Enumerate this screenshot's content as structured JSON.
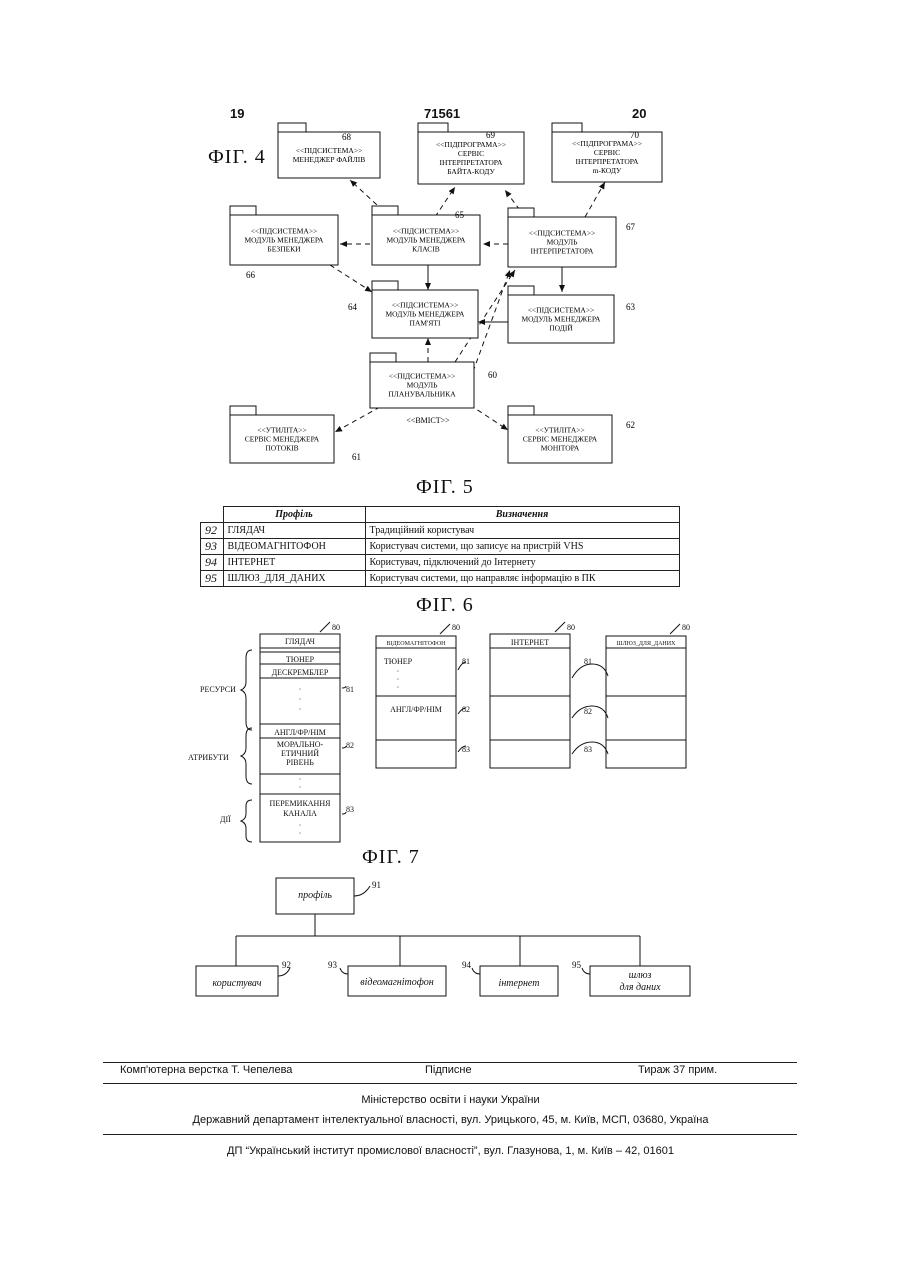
{
  "header": {
    "page_left": "19",
    "patent_no": "71561",
    "page_right": "20"
  },
  "fig4": {
    "title": "ФІГ. 4",
    "boxes": [
      {
        "id": "68",
        "l1": "<<ПІДСИСТЕМА>>",
        "l2": "МЕНЕДЖЕР ФАЙЛІВ",
        "l3": "",
        "l4": ""
      },
      {
        "id": "69",
        "l1": "<<ПІДПРОГРАМА>>",
        "l2": "СЕРВІС",
        "l3": "ІНТЕРПРЕТАТОРА",
        "l4": "БАЙТА-КОДУ"
      },
      {
        "id": "70",
        "l1": "<<ПІДПРОГРАМА>>",
        "l2": "СЕРВІС",
        "l3": "ІНТЕРПРЕТАТОРА",
        "l4": "m-КОДУ"
      },
      {
        "id": "66",
        "l1": "<<ПІДСИСТЕМА>>",
        "l2": "МОДУЛЬ МЕНЕДЖЕРА",
        "l3": "БЕЗПЕКИ",
        "l4": ""
      },
      {
        "id": "65",
        "l1": "<<ПІДСИСТЕМА>>",
        "l2": "МОДУЛЬ МЕНЕДЖЕРА",
        "l3": "КЛАСІВ",
        "l4": ""
      },
      {
        "id": "67",
        "l1": "<<ПІДСИСТЕМА>>",
        "l2": "МОДУЛЬ",
        "l3": "ІНТЕРПРЕТАТОРА",
        "l4": ""
      },
      {
        "id": "64",
        "l1": "<<ПІДСИСТЕМА>>",
        "l2": "МОДУЛЬ МЕНЕДЖЕРА",
        "l3": "ПАМ'ЯТІ",
        "l4": ""
      },
      {
        "id": "63",
        "l1": "<<ПІДСИСТЕМА>>",
        "l2": "МОДУЛЬ МЕНЕДЖЕРА",
        "l3": "ПОДІЙ",
        "l4": ""
      },
      {
        "id": "60",
        "l1": "<<ПІДСИСТЕМА>>",
        "l2": "МОДУЛЬ",
        "l3": "ПЛАНУВАЛЬНИКА",
        "l4": ""
      },
      {
        "id": "61",
        "l1": "<<УТИЛІТА>>",
        "l2": "СЕРВІС МЕНЕДЖЕРА",
        "l3": "ПОТОКІВ",
        "l4": ""
      },
      {
        "id": "62",
        "l1": "<<УТИЛІТА>>",
        "l2": "СЕРВІС МЕНЕДЖЕРА",
        "l3": "МОНІТОРА",
        "l4": ""
      }
    ],
    "edge_label": "<<ВМІСТ>>"
  },
  "fig5": {
    "title": "ФІГ. 5",
    "columns": [
      "Профіль",
      "Визначення"
    ],
    "rows": [
      {
        "num": "92",
        "profile": "ГЛЯДАЧ",
        "definition": "Традиційний користувач"
      },
      {
        "num": "93",
        "profile": "ВІДЕОМАГНІТОФОН",
        "definition": "Користувач системи, що записує на пристрій VHS"
      },
      {
        "num": "94",
        "profile": "ІНТЕРНЕТ",
        "definition": "Користувач, підключений до Інтернету"
      },
      {
        "num": "95",
        "profile": "ШЛЮЗ_ДЛЯ_ДАНИХ",
        "definition": "Користувач системи, що направляє інформацію в ПК"
      }
    ]
  },
  "fig6": {
    "title": "ФІГ. 6",
    "side_labels": [
      "РЕСУРСИ",
      "АТРИБУТИ",
      "ДІЇ"
    ],
    "ref": {
      "card": "80",
      "res": "81",
      "attr": "82",
      "act": "83"
    },
    "cards": [
      {
        "head": "ГЛЯДАЧ",
        "res1": "ТЮНЕР",
        "res2": "ДЕСКРЕМБЛЕР",
        "attr1": "АНГЛ/ФР/НІМ",
        "attr2": "МОРАЛЬНО-",
        "attr3": "ЕТИЧНИЙ",
        "attr4": "РІВЕНЬ",
        "act1": "ПЕРЕМИКАННЯ",
        "act2": "КАНАЛА"
      },
      {
        "head": "ВІДЕОМАГНІТОФОН",
        "res1": "ТЮНЕР",
        "attr1": "АНГЛ/ФР/НІМ"
      },
      {
        "head": "ІНТЕРНЕТ"
      },
      {
        "head": "ШЛЮЗ_ДЛЯ_ДАНИХ"
      }
    ]
  },
  "fig7": {
    "title": "ФІГ. 7",
    "root": {
      "label": "профіль",
      "num": "91"
    },
    "children": [
      {
        "label": "користувач",
        "num": "92"
      },
      {
        "label": "відеомагнітофон",
        "num": "93"
      },
      {
        "label": "інтернет",
        "num": "94"
      },
      {
        "label1": "шлюз",
        "label2": "для даних",
        "num": "95"
      }
    ]
  },
  "footer": {
    "layout": "Комп'ютерна верстка Т. Чепелева",
    "signed": "Підписне",
    "run": "Тираж 37 прим.",
    "ministry": "Міністерство освіти і науки України",
    "department": "Державний департамент інтелектуальної власності, вул. Урицького, 45, м. Київ, МСП, 03680, Україна",
    "institute": "ДП “Український інститут промислової власності”, вул. Глазунова, 1, м. Київ – 42, 01601"
  }
}
